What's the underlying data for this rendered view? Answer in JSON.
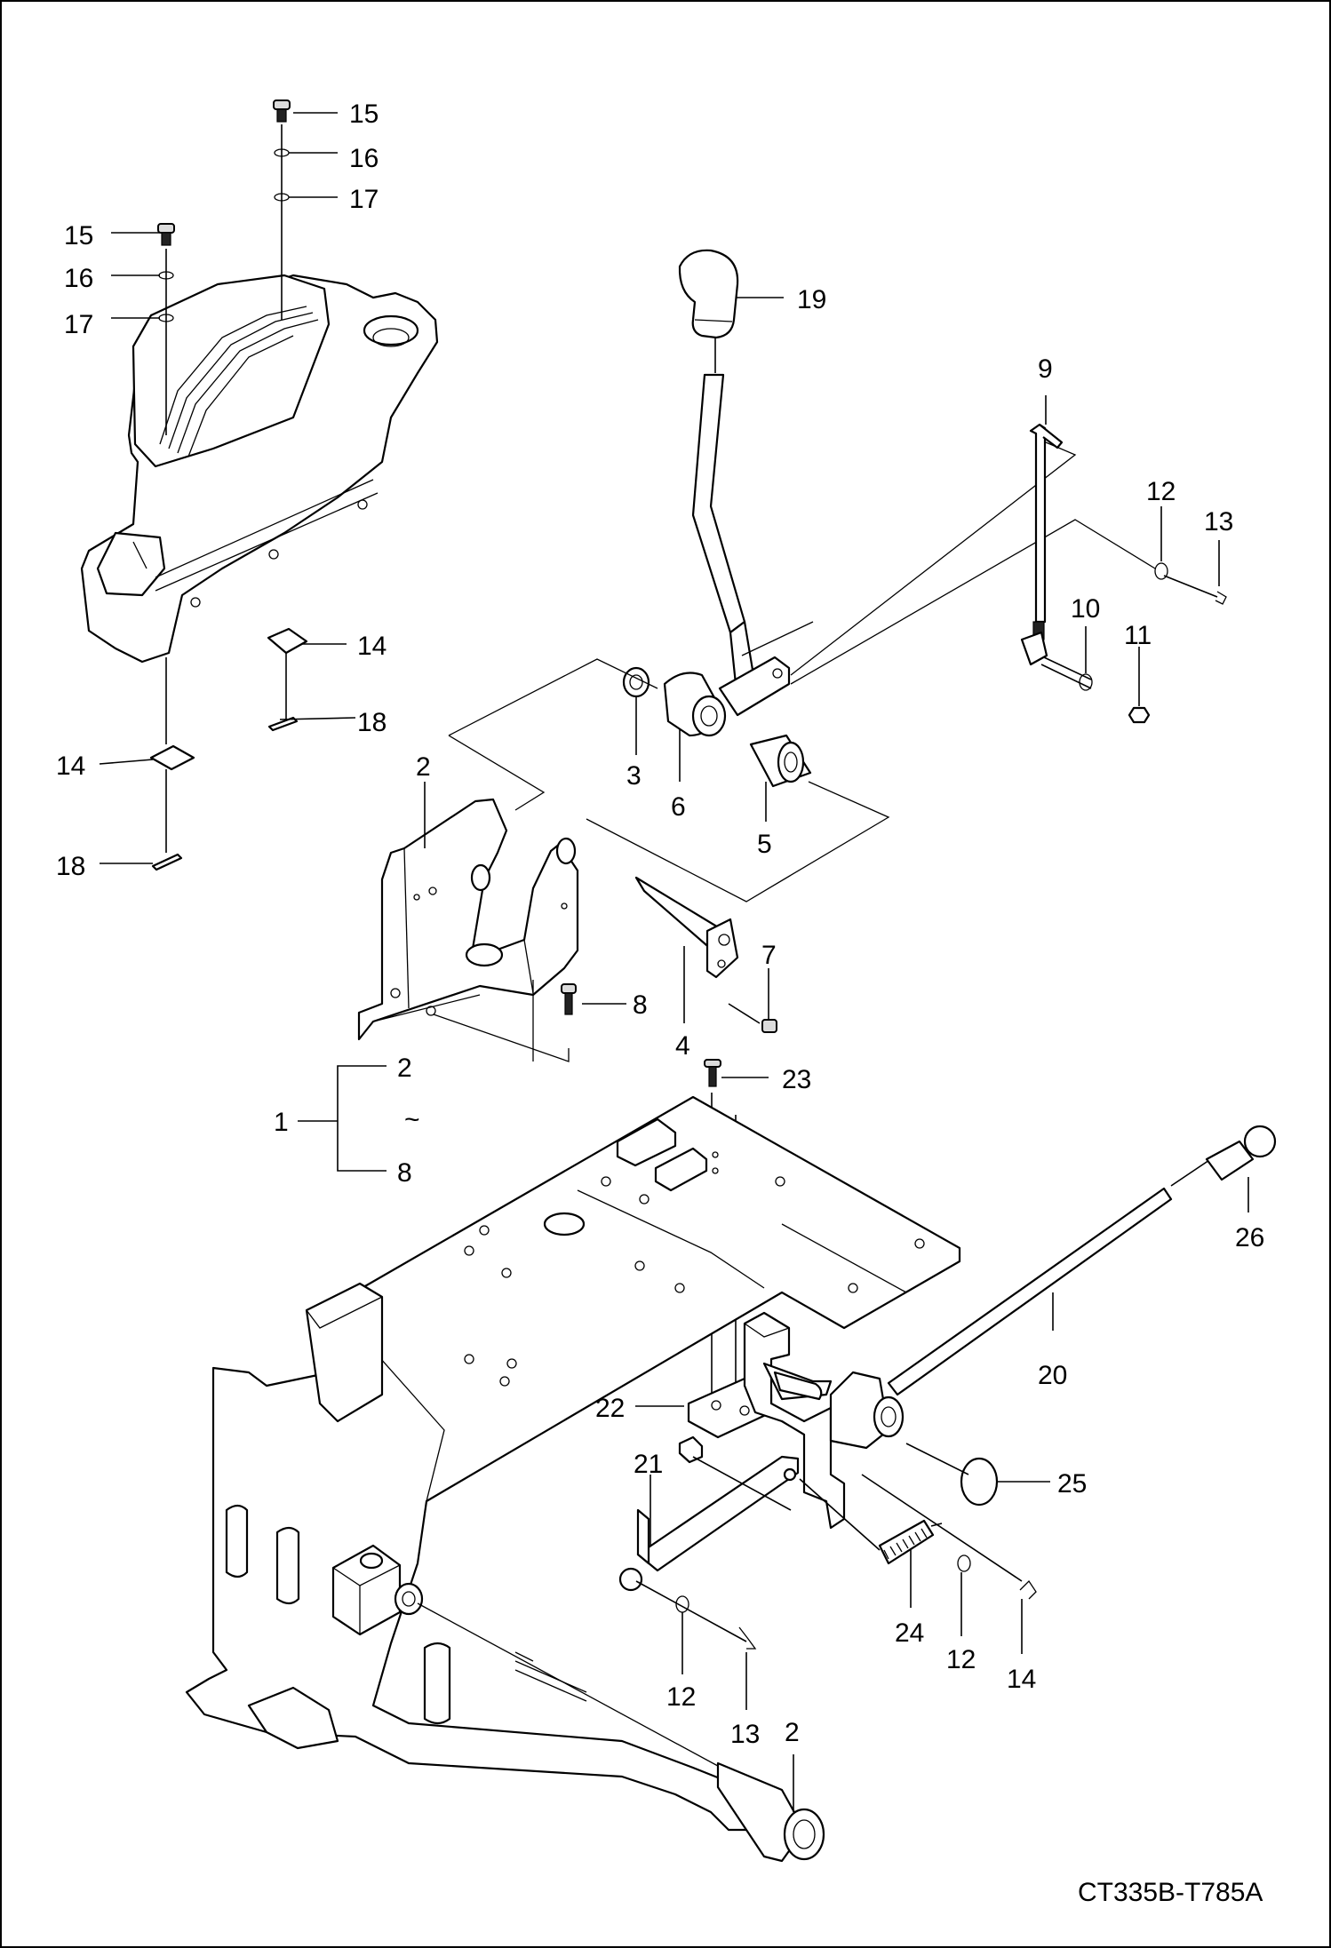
{
  "drawing_code": "CT335B-T785A",
  "callouts": [
    {
      "id": "c15a",
      "text": "15"
    },
    {
      "id": "c16a",
      "text": "16"
    },
    {
      "id": "c17a",
      "text": "17"
    },
    {
      "id": "c15b",
      "text": "15"
    },
    {
      "id": "c16b",
      "text": "16"
    },
    {
      "id": "c17b",
      "text": "17"
    },
    {
      "id": "c14a",
      "text": "14"
    },
    {
      "id": "c18a",
      "text": "18"
    },
    {
      "id": "c14b",
      "text": "14"
    },
    {
      "id": "c18b",
      "text": "18"
    },
    {
      "id": "c19",
      "text": "19"
    },
    {
      "id": "c9",
      "text": "9"
    },
    {
      "id": "c12a",
      "text": "12"
    },
    {
      "id": "c13a",
      "text": "13"
    },
    {
      "id": "c10",
      "text": "10"
    },
    {
      "id": "c11",
      "text": "11"
    },
    {
      "id": "c3",
      "text": "3"
    },
    {
      "id": "c6",
      "text": "6"
    },
    {
      "id": "c5",
      "text": "5"
    },
    {
      "id": "c2a",
      "text": "2"
    },
    {
      "id": "c7",
      "text": "7"
    },
    {
      "id": "c8a",
      "text": "8"
    },
    {
      "id": "c4",
      "text": "4"
    },
    {
      "id": "c1",
      "text": "1"
    },
    {
      "id": "c2b",
      "text": "2"
    },
    {
      "id": "ctilde",
      "text": "~"
    },
    {
      "id": "c8b",
      "text": "8"
    },
    {
      "id": "c23",
      "text": "23"
    },
    {
      "id": "c26",
      "text": "26"
    },
    {
      "id": "c20",
      "text": "20"
    },
    {
      "id": "c22",
      "text": "22"
    },
    {
      "id": "c25",
      "text": "25"
    },
    {
      "id": "c21",
      "text": "21"
    },
    {
      "id": "c24",
      "text": "24"
    },
    {
      "id": "c12b",
      "text": "12"
    },
    {
      "id": "c14c",
      "text": "14"
    },
    {
      "id": "c12c",
      "text": "12"
    },
    {
      "id": "c13b",
      "text": "13"
    },
    {
      "id": "c2c",
      "text": "2"
    }
  ]
}
